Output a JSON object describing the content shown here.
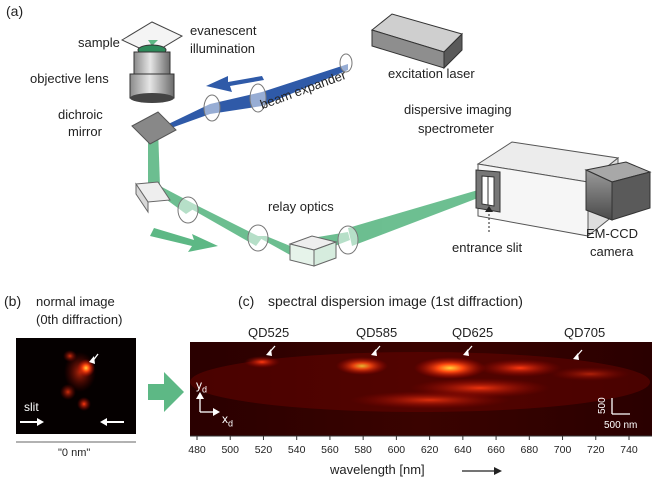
{
  "panel_a": {
    "label": "(a)",
    "labels": {
      "sample": "sample",
      "evanescent_1": "evanescent",
      "evanescent_2": "illumination",
      "objective": "objective lens",
      "dichroic_1": "dichroic",
      "dichroic_2": "mirror",
      "laser": "excitation laser",
      "expander": "beam expander",
      "spectrometer_1": "dispersive imaging",
      "spectrometer_2": "spectrometer",
      "relay": "relay optics",
      "slit": "entrance slit",
      "camera_1": "EM-CCD",
      "camera_2": "camera"
    }
  },
  "panel_b": {
    "label": "(b)",
    "title_1": "normal image",
    "title_2": "(0th diffraction)",
    "slit_label": "slit",
    "caption": "\"0 nm\""
  },
  "panel_c": {
    "label": "(c)",
    "title": "spectral dispersion image (1st diffraction)",
    "qd_labels": [
      "QD525",
      "QD585",
      "QD625",
      "QD705"
    ],
    "axis_y": "y",
    "axis_y_sub": "d",
    "axis_x": "x",
    "axis_x_sub": "d",
    "scale_v": "500",
    "scale_h": "500 nm",
    "xlabel": "wavelength [nm]",
    "ticks": [
      "480",
      "500",
      "520",
      "540",
      "560",
      "580",
      "600",
      "620",
      "640",
      "660",
      "680",
      "700",
      "720",
      "740"
    ]
  },
  "colors": {
    "laser_beam": "#2f5aa8",
    "emission_beam": "#5db885",
    "image_bg": "#2a0000"
  }
}
